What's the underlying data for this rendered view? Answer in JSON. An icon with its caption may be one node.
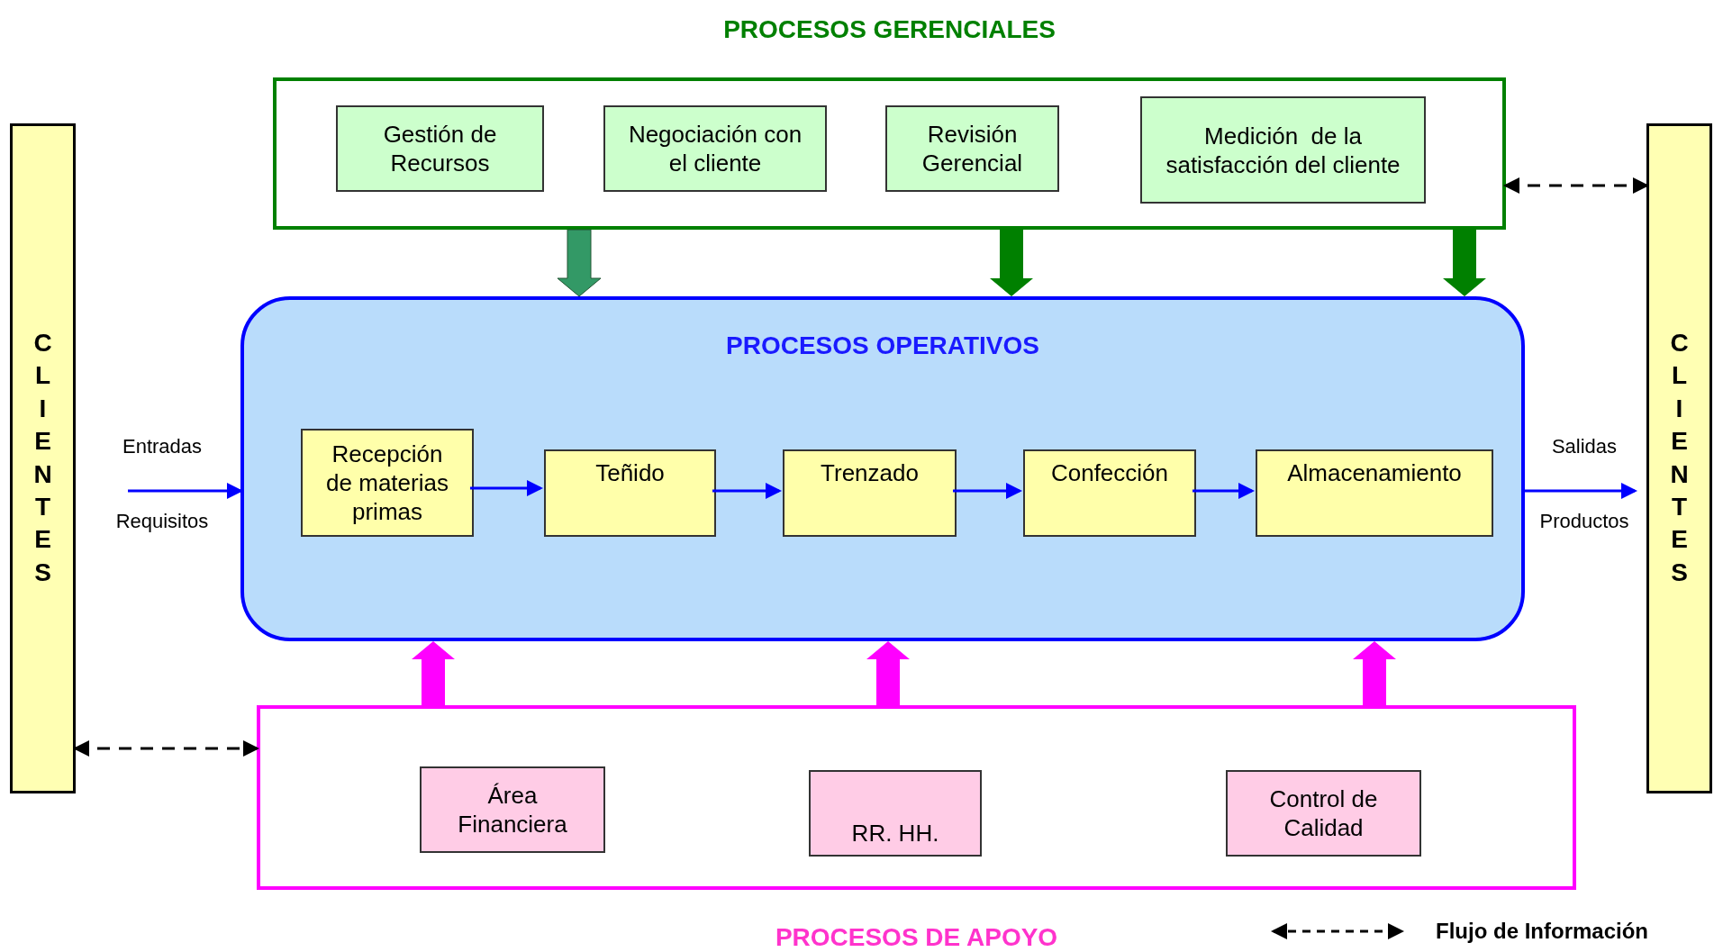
{
  "diagram": {
    "nodes": [
      {
        "text": [
          "CLIENTES"
        ]
      },
      {
        "text": [
          "PROCESOS GERENCIALES"
        ]
      },
      {
        "text": [
          "Gestión de Recursos"
        ],
        "in": 1
      },
      {
        "text": [
          "Negociación con el cliente"
        ],
        "in": 1
      },
      {
        "text": [
          "Revisión Gerencial"
        ],
        "in": 1
      },
      {
        "text": [
          "Medición  de la satisfacción del cliente"
        ],
        "in": 1
      },
      {
        "text": [
          "PROCESOS OPERATIVOS"
        ]
      },
      {
        "text": [
          "Recepción de materias primas"
        ],
        "in": 6
      },
      {
        "text": [
          "Teñido"
        ],
        "in": 6
      },
      {
        "text": [
          "Trenzado"
        ],
        "in": 6
      },
      {
        "text": [
          "Confección"
        ],
        "in": 6
      },
      {
        "text": [
          "Almacenamiento"
        ],
        "in": 6
      },
      {
        "text": [
          "PROCESOS DE APOYO"
        ]
      },
      {
        "text": [
          "Área Financiera"
        ],
        "in": 12
      },
      {
        "text": [
          "RR. HH."
        ],
        "in": 12
      },
      {
        "text": [
          "Control de Calidad"
        ],
        "in": 12
      },
      {
        "text": [
          "CLIENTES"
        ]
      }
    ],
    "edges": [
      {
        "from": null,
        "to": 6,
        "arrow": "to"
      },
      {
        "from": 7,
        "to": 8,
        "arrow": "to"
      },
      {
        "from": 8,
        "to": 9,
        "arrow": "to"
      },
      {
        "from": 9,
        "to": 10,
        "arrow": "to"
      },
      {
        "from": 10,
        "to": 11,
        "arrow": "to"
      },
      {
        "from": 6,
        "to": 16,
        "arrow": "to"
      },
      {
        "from": 1,
        "to": 6,
        "arrow": "to",
        "style": "thick",
        "color": "#339966"
      },
      {
        "from": 1,
        "to": 6,
        "arrow": "to",
        "style": "thick",
        "color": "#008000"
      },
      {
        "from": 1,
        "to": 6,
        "arrow": "to",
        "style": "thick",
        "color": "#008000"
      },
      {
        "from": 12,
        "to": 6,
        "arrow": "to",
        "style": "thick",
        "color": "#ff00ff"
      },
      {
        "from": 12,
        "to": 6,
        "arrow": "to",
        "style": "thick",
        "color": "#ff00ff"
      },
      {
        "from": 12,
        "to": 6,
        "arrow": "to",
        "style": "thick",
        "color": "#ff00ff"
      },
      {
        "from": 1,
        "to": 16,
        "arrow": "both",
        "style": "dashed",
        "color": "#000000"
      },
      {
        "from": 0,
        "to": 12,
        "arrow": "both",
        "style": "dashed",
        "color": "#000000"
      }
    ],
    "labels": [
      "Entradas",
      "Salidas",
      "Requisitos",
      "Productos"
    ],
    "legend": [
      {
        "text": "Flujo de Información"
      }
    ]
  }
}
